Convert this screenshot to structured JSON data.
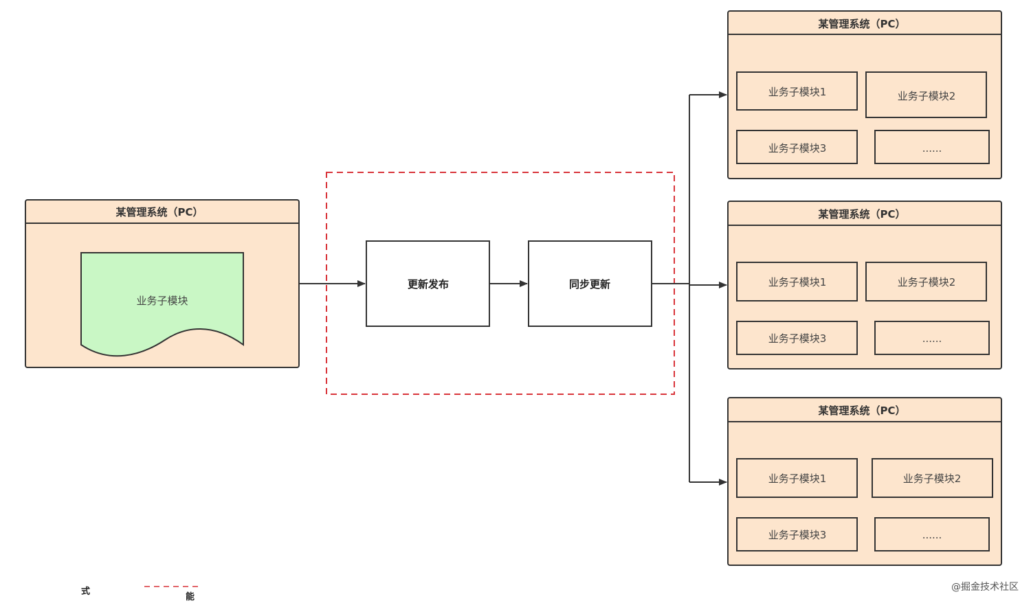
{
  "colors": {
    "system_fill": "#fde5cd",
    "system_border": "#333333",
    "module_fill": "#c9f7c5",
    "dashed_border": "#d9343a",
    "process_fill": "#ffffff"
  },
  "source_system": {
    "title": "某管理系统（PC）",
    "module_label": "业务子模块"
  },
  "process": {
    "step1_label": "更新发布",
    "step2_label": "同步更新"
  },
  "target_systems": [
    {
      "title": "某管理系统（PC）",
      "modules": [
        "业务子模块1",
        "业务子模块2",
        "业务子模块3",
        "......"
      ]
    },
    {
      "title": "某管理系统（PC）",
      "modules": [
        "业务子模块1",
        "业务子模块2",
        "业务子模块3",
        "......"
      ]
    },
    {
      "title": "某管理系统（PC）",
      "modules": [
        "业务子模块1",
        "业务子模块2",
        "业务子模块3",
        "......"
      ]
    }
  ],
  "footer": {
    "watermark": "@掘金技术社区",
    "frag_left": "式",
    "frag_mid": "能"
  }
}
